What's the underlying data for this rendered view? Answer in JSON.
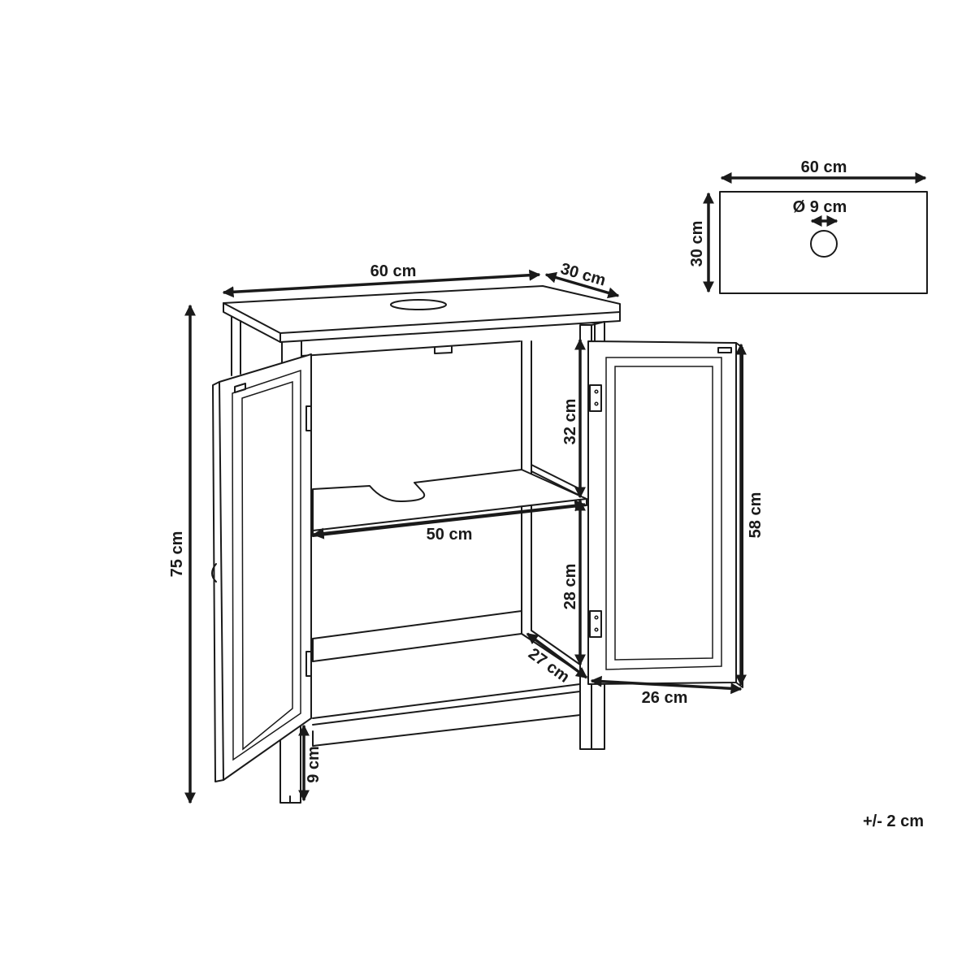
{
  "dimensions": {
    "top_width": "60 cm",
    "top_depth": "30 cm",
    "height_total": "75 cm",
    "upper_compartment_height": "32 cm",
    "lower_compartment_height": "28 cm",
    "door_height": "58 cm",
    "shelf_width": "50 cm",
    "inner_depth": "27 cm",
    "door_width": "26 cm",
    "leg_height": "9 cm"
  },
  "top_view": {
    "width": "60 cm",
    "depth": "30 cm",
    "hole_diameter": "Ø 9 cm"
  },
  "tolerance": "+/- 2 cm",
  "colors": {
    "line": "#1a1a1a",
    "background": "#ffffff"
  }
}
